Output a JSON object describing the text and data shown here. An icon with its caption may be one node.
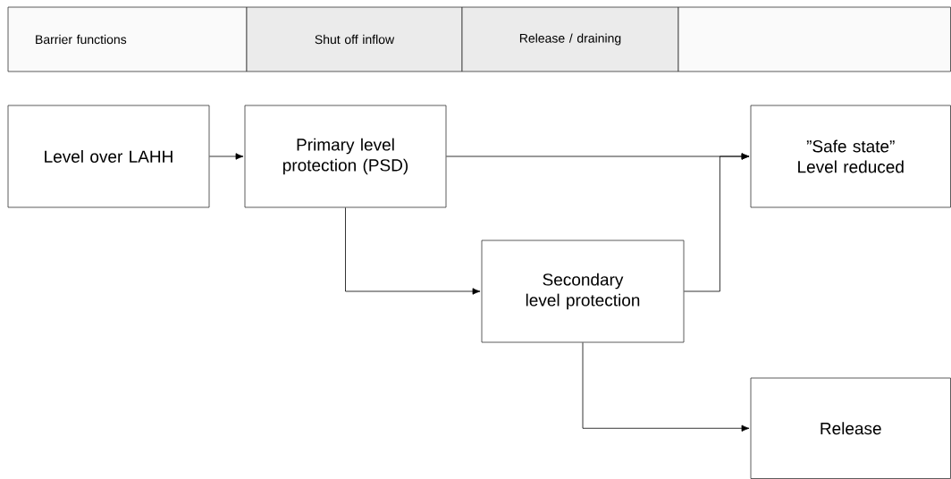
{
  "diagram": {
    "nodes": [
      {
        "text": [
          "Barrier functions"
        ]
      },
      {
        "text": [
          "Shut off inflow"
        ]
      },
      {
        "text": [
          "Release / draining"
        ]
      },
      {
        "text": [],
        "shape": "box"
      },
      {
        "text": [
          "Level over LAHH"
        ]
      },
      {
        "text": [
          "Primary level protection (PSD)"
        ]
      },
      {
        "text": [
          "”Safe state” Level reduced"
        ]
      },
      {
        "text": [
          "Secondary level protection"
        ]
      },
      {
        "text": [
          "Release"
        ]
      }
    ],
    "edges": [
      {
        "from": 4,
        "to": 5,
        "arrow": "to"
      },
      {
        "from": 5,
        "to": 6,
        "arrow": "to"
      },
      {
        "from": 5,
        "to": 7,
        "arrow": "to"
      },
      {
        "from": 7,
        "to": 6,
        "arrow": "to"
      },
      {
        "from": 7,
        "to": 8,
        "arrow": "to"
      }
    ]
  }
}
